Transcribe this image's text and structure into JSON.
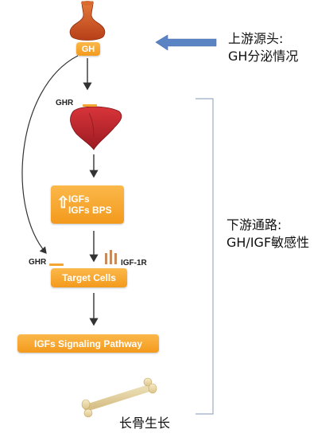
{
  "nodes": {
    "gh": "GH",
    "ghr_liver": "GHR",
    "igfs_line1": "IGFs",
    "igfs_line2": "IGFs BPS",
    "ghr_target": "GHR",
    "igf1r": "IGF-1R",
    "target_cells": "Target Cells",
    "signaling": "IGFs Signaling Pathway"
  },
  "annotations": {
    "upstream_line1": "上游源头:",
    "upstream_line2": "GH分泌情况",
    "downstream_line1": "下游通路:",
    "downstream_line2": "GH/IGF敏感性",
    "bone_growth": "长骨生长"
  },
  "colors": {
    "pill_orange": "#f39a1c",
    "liver_red": "#c0262c",
    "pituitary_brown": "#c8481c",
    "blue_arrow": "#5b84c4",
    "bone": "#ecdcae"
  }
}
